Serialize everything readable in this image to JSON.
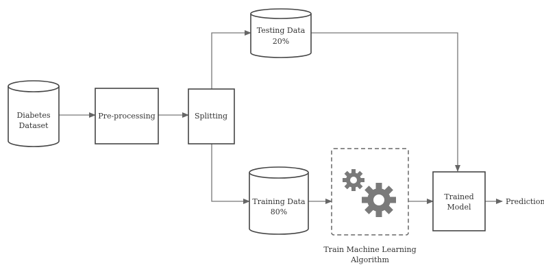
{
  "nodes": {
    "diabetes_dataset": {
      "line1": "Diabetes",
      "line2": "Dataset"
    },
    "preprocessing": {
      "label": "Pre-processing"
    },
    "splitting": {
      "label": "Splitting"
    },
    "testing_data": {
      "line1": "Testing Data",
      "line2": "20%"
    },
    "training_data": {
      "line1": "Training Data",
      "line2": "80%"
    },
    "train_algorithm": {
      "line1": "Train Machine Learning",
      "line2": "Algorithm"
    },
    "trained_model": {
      "line1": "Trained",
      "line2": "Model"
    },
    "prediction": {
      "label": "Prediction"
    }
  },
  "icons": {
    "algorithm": "gears-icon"
  },
  "colors": {
    "stroke": "#444444",
    "edge": "#777777",
    "gear": "#7a7a7a",
    "text": "#333333"
  }
}
